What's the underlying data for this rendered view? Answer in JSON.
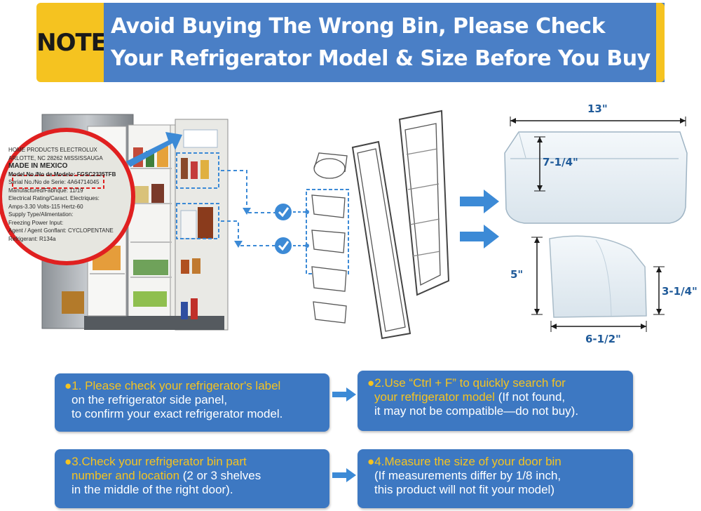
{
  "banner": {
    "note": "NOTE",
    "line1": "Avoid Buying The Wrong Bin, Please Check",
    "line2": "Your Refrigerator Model & Size Before You Buy"
  },
  "label_sticker": {
    "lines": [
      "HOME PRODUCTS  ELECTROLUX",
      "ARLOTTE, NC 28262   MISSISSAUGA",
      "MADE IN MEXICO",
      "Model No./No de Modelo: FGSC2335TFB",
      "Serial No./No de Serie: 4A64714045",
      "Manufactured/Fabrique: 11/19",
      "Electrical Rating/Caract. Electriques:",
      "Amps-3.30   Volts-115   Hertz-60",
      "Supply Type/Alimentation:",
      "Freezing Power Input:",
      "Agent / Agent Gonflant:   CYCLOPENTANE",
      "Refrigerant:   R134a"
    ]
  },
  "dimensions": {
    "top_width": "13\"",
    "top_height": "7-1/4\"",
    "bottom_height": "5\"",
    "bottom_side": "3-1/4\"",
    "bottom_width": "6-1/2\""
  },
  "steps": {
    "step1": {
      "bullet": "●",
      "line1_gold": "1. Please check your refrigerator's label",
      "line2": "on the refrigerator side panel,",
      "line3": "to confirm your exact refrigerator model."
    },
    "step2": {
      "bullet": "●",
      "line1_gold": "2.Use “Ctrl + F” to quickly search for",
      "line2_gold": "your refrigerator model",
      "line2_white": " (If not found,",
      "line3": "it may not be compatible—do not buy)."
    },
    "step3": {
      "bullet": "●",
      "line1_gold": "3.Check your refrigerator bin part",
      "line2_gold": "number and location",
      "line2_white": " (2 or 3 shelves",
      "line3": "in the middle of the right door)."
    },
    "step4": {
      "bullet": "●",
      "line1_gold": "4.Measure the size of your door bin",
      "line2": "(If measurements differ by 1/8 inch,",
      "line3": "this product will not fit your model)"
    }
  },
  "colors": {
    "banner_blue": "#4a7fc6",
    "note_gold": "#f5c320",
    "box_blue": "#3d78c2",
    "arrow_blue": "#3c8ad6",
    "label_red": "#e02020"
  }
}
